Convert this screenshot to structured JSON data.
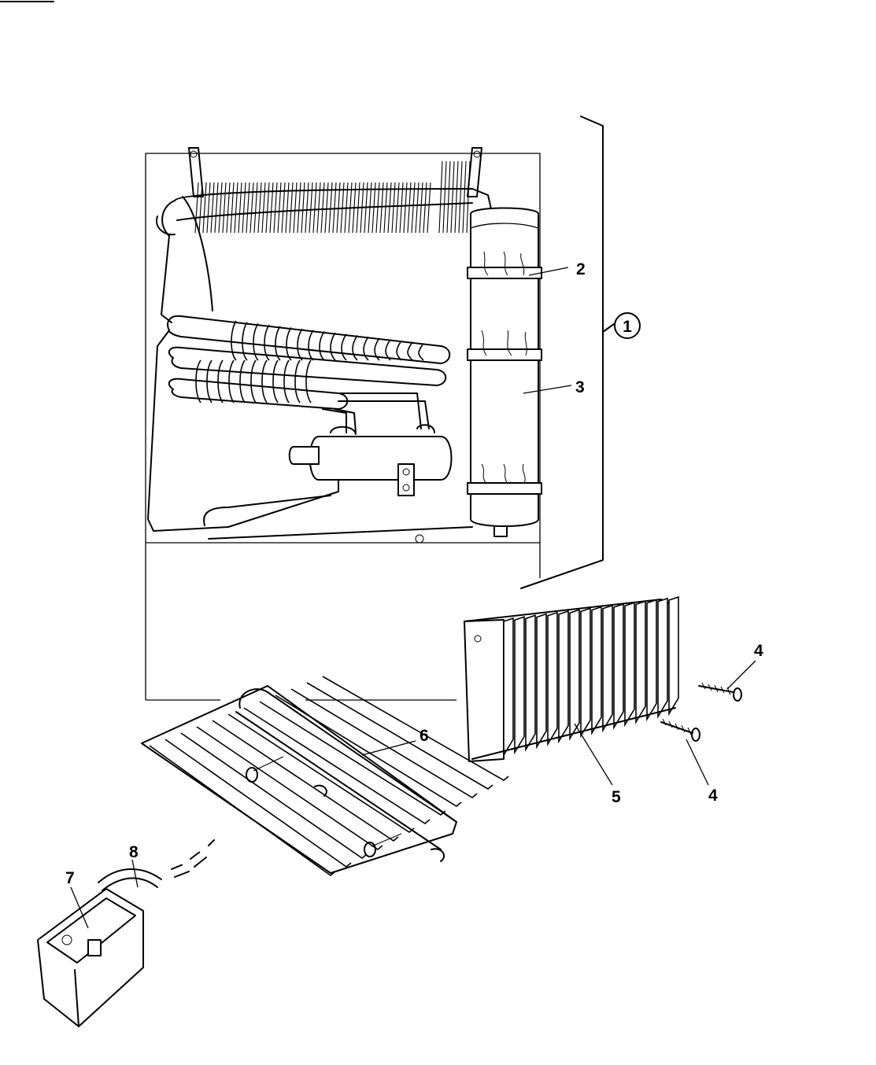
{
  "diagram": {
    "callouts": {
      "c1": "1",
      "c2": "2",
      "c3": "3",
      "c4a": "4",
      "c4b": "4",
      "c5": "5",
      "c6": "6",
      "c7": "7",
      "c8": "8"
    }
  }
}
